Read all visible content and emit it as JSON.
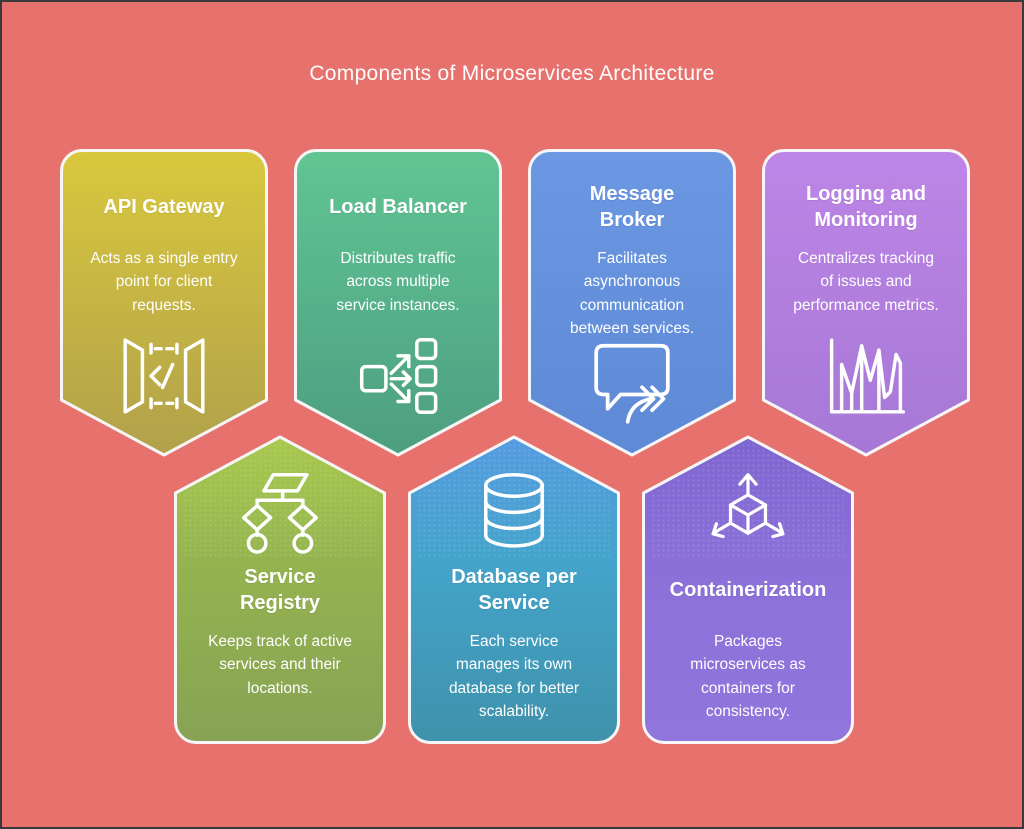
{
  "page": {
    "title": "Components of Microservices Architecture",
    "background_color": "#e7716d",
    "card_border_color": "#ffffff",
    "text_color": "#ffffff"
  },
  "cards": [
    {
      "id": "api-gateway",
      "title": "API Gateway",
      "description": "Acts as a single entry point for client requests.",
      "icon": "api-gateway-icon",
      "row": "top",
      "gradient_top": "#d9c83d",
      "gradient_bottom": "#b1a14b"
    },
    {
      "id": "load-balancer",
      "title": "Load Balancer",
      "description": "Distributes traffic across multiple service instances.",
      "icon": "load-balancer-icon",
      "row": "top",
      "gradient_top": "#60c593",
      "gradient_bottom": "#4d9e81"
    },
    {
      "id": "message-broker",
      "title": "Message Broker",
      "description": "Facilitates asynchronous communication between services.",
      "icon": "message-broker-icon",
      "row": "top",
      "gradient_top": "#6b97e3",
      "gradient_bottom": "#5d89d5"
    },
    {
      "id": "logging-and-monitoring",
      "title": "Logging and Monitoring",
      "description": "Centralizes tracking of issues and performance metrics.",
      "icon": "logging-monitoring-icon",
      "row": "top",
      "gradient_top": "#bd85e7",
      "gradient_bottom": "#a678d5"
    },
    {
      "id": "service-registry",
      "title": "Service Registry",
      "description": "Keeps track of active services and their locations.",
      "icon": "service-registry-icon",
      "row": "bottom",
      "gradient_top": "#a8c94e",
      "gradient_mid": "#95b450",
      "gradient_bottom": "#87a254"
    },
    {
      "id": "database-per-service",
      "title": "Database per Service",
      "description": "Each service manages its own database for better scalability.",
      "icon": "database-icon",
      "row": "bottom",
      "gradient_top": "#559be0",
      "gradient_mid": "#44a4cb",
      "gradient_bottom": "#3f92ab"
    },
    {
      "id": "containerization",
      "title": "Containerization",
      "description": "Packages microservices as containers for consistency.",
      "icon": "containerization-icon",
      "row": "bottom",
      "gradient_top": "#7d65d1",
      "gradient_mid": "#8a70d8",
      "gradient_bottom": "#9076dc"
    }
  ]
}
